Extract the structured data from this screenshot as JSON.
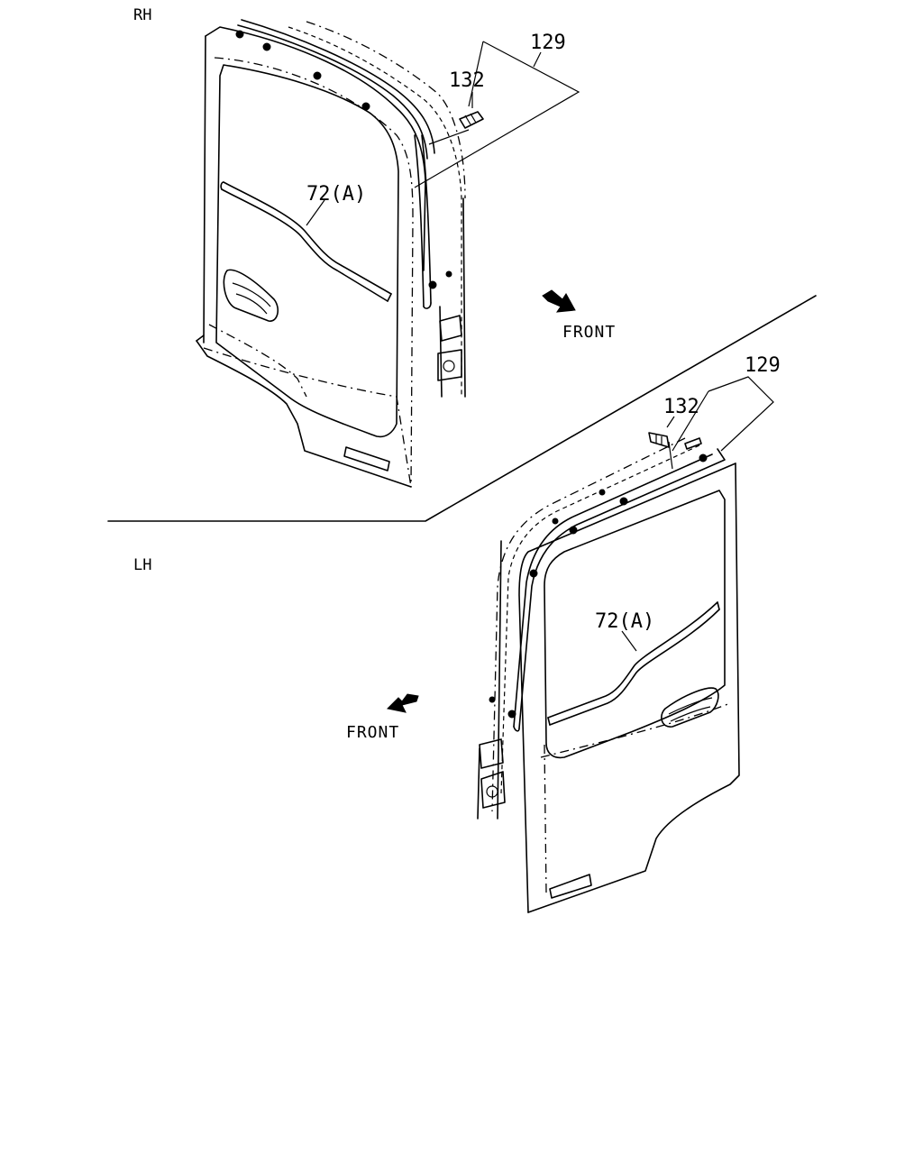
{
  "sections": {
    "rh": {
      "side_label": "RH",
      "parts": {
        "weatherstrip_number": "129",
        "clip_number": "132",
        "moulding_number": "72(A)"
      },
      "direction_label": "FRONT"
    },
    "lh": {
      "side_label": "LH",
      "parts": {
        "weatherstrip_number": "129",
        "clip_number": "132",
        "moulding_number": "72(A)"
      },
      "direction_label": "FRONT"
    }
  }
}
